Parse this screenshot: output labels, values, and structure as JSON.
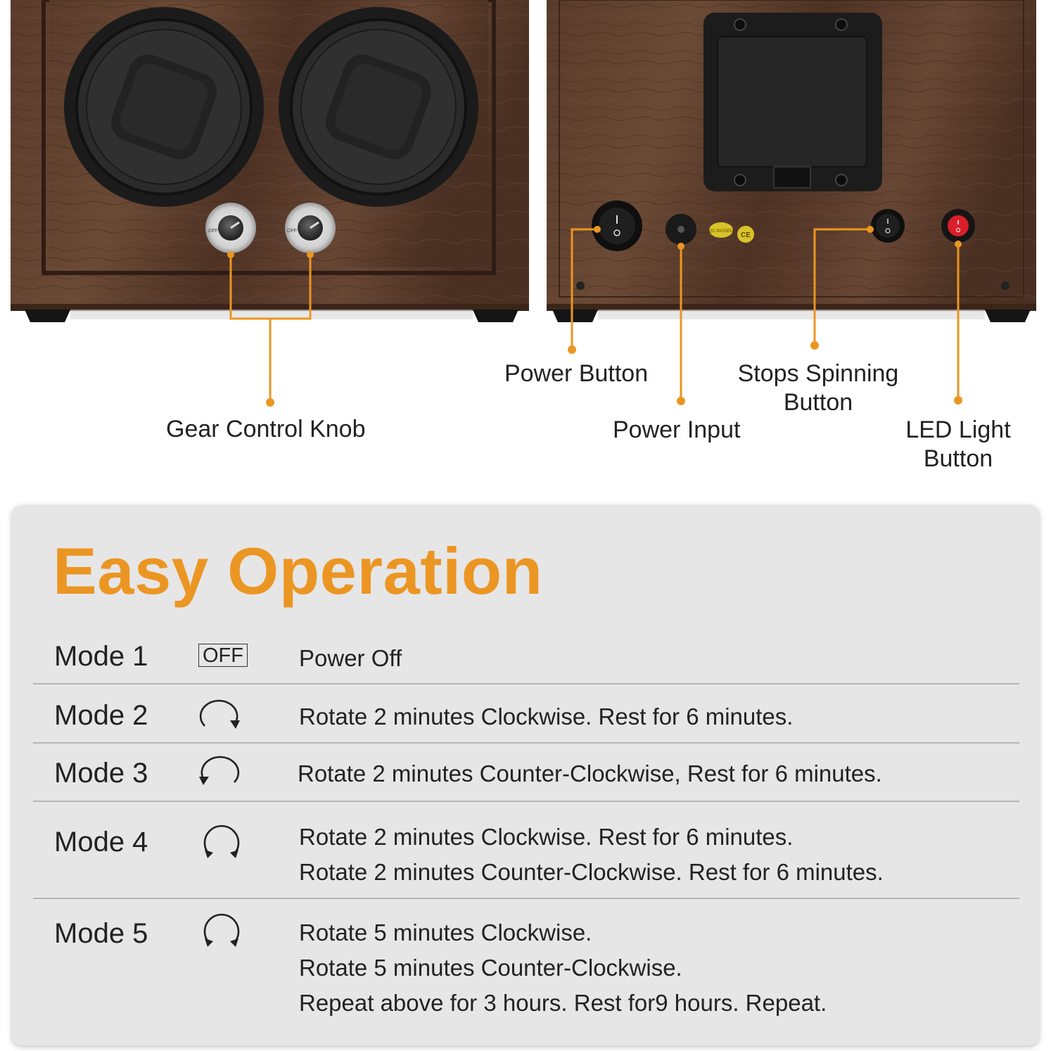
{
  "callouts": {
    "gear_control_knob": "Gear Control Knob",
    "power_button": "Power Button",
    "power_input": "Power Input",
    "stops_spinning_line1": "Stops Spinning",
    "stops_spinning_line2": "Button",
    "led_light_line1": "LED Light",
    "led_light_line2": "Button"
  },
  "device_marks": {
    "qc_badge": "QC PASSED",
    "ce_badge": "CE",
    "knob_off": "OFF"
  },
  "colors": {
    "accent_orange": "#eb9623",
    "wood_dark": "#4a3022",
    "panel_bg": "#e6e6e6",
    "led_red": "#d81f2a"
  },
  "operation": {
    "title": "Easy Operation",
    "modes": [
      {
        "label": "Mode 1",
        "icon": "off-label-icon",
        "badge": "OFF",
        "lines": [
          "Power Off"
        ]
      },
      {
        "label": "Mode 2",
        "icon": "clockwise-arrow-icon",
        "lines": [
          "Rotate 2 minutes Clockwise. Rest for 6 minutes."
        ]
      },
      {
        "label": "Mode 3",
        "icon": "counter-clockwise-arrow-icon",
        "lines": [
          "Rotate 2 minutes Counter-Clockwise, Rest for 6 minutes."
        ]
      },
      {
        "label": "Mode 4",
        "icon": "bidirectional-rotation-icon",
        "lines": [
          "Rotate 2 minutes Clockwise. Rest for 6 minutes.",
          "Rotate 2 minutes Counter-Clockwise. Rest for 6 minutes."
        ]
      },
      {
        "label": "Mode 5",
        "icon": "bidirectional-rotation-icon",
        "lines": [
          "Rotate 5 minutes Clockwise.",
          "Rotate 5 minutes Counter-Clockwise.",
          "Repeat above for 3 hours. Rest for9 hours. Repeat."
        ]
      }
    ]
  }
}
